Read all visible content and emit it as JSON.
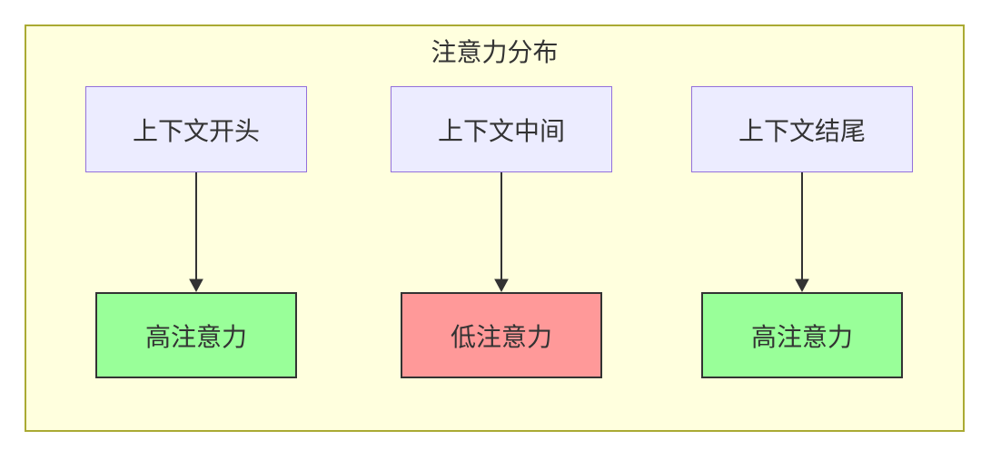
{
  "diagram": {
    "type": "flowchart",
    "direction": "top-down",
    "title": "注意力分布",
    "nodes": [
      {
        "id": "ctx-start",
        "label": "上下文开头",
        "kind": "context"
      },
      {
        "id": "ctx-middle",
        "label": "上下文中间",
        "kind": "context"
      },
      {
        "id": "ctx-end",
        "label": "上下文结尾",
        "kind": "context"
      },
      {
        "id": "high-1",
        "label": "高注意力",
        "kind": "high-attention"
      },
      {
        "id": "low-1",
        "label": "低注意力",
        "kind": "low-attention"
      },
      {
        "id": "high-2",
        "label": "高注意力",
        "kind": "high-attention"
      }
    ],
    "edges": [
      {
        "from": "上下文开头",
        "to": "高注意力"
      },
      {
        "from": "上下文中间",
        "to": "低注意力"
      },
      {
        "from": "上下文结尾",
        "to": "高注意力"
      }
    ],
    "colors": {
      "container_bg": "#ffffde",
      "container_border": "#aaaa33",
      "context_node_bg": "#ececff",
      "context_node_border": "#9370db",
      "high_attention_bg": "#99ff99",
      "low_attention_bg": "#ff9999",
      "result_node_border": "#333333",
      "arrow": "#333333",
      "text": "#333333"
    }
  }
}
